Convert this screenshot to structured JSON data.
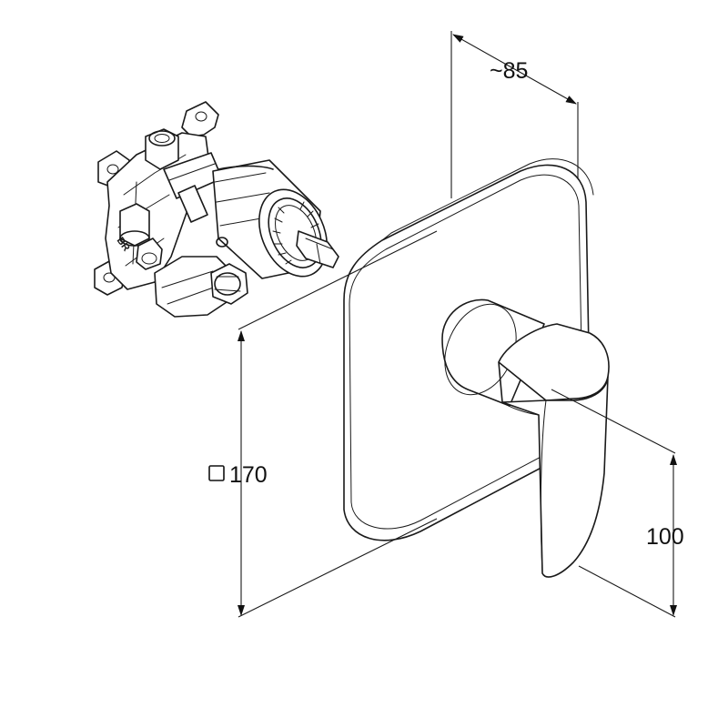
{
  "dimensions": {
    "depth": {
      "label": "~85"
    },
    "plate_size": {
      "symbol": "square",
      "label": "170"
    },
    "lever_height": {
      "label": "100"
    }
  },
  "parts": {
    "valve_body_marking": "BR"
  },
  "colors": {
    "line": "#1a1a1a",
    "background": "#ffffff",
    "shade": "#e6e6e6"
  }
}
